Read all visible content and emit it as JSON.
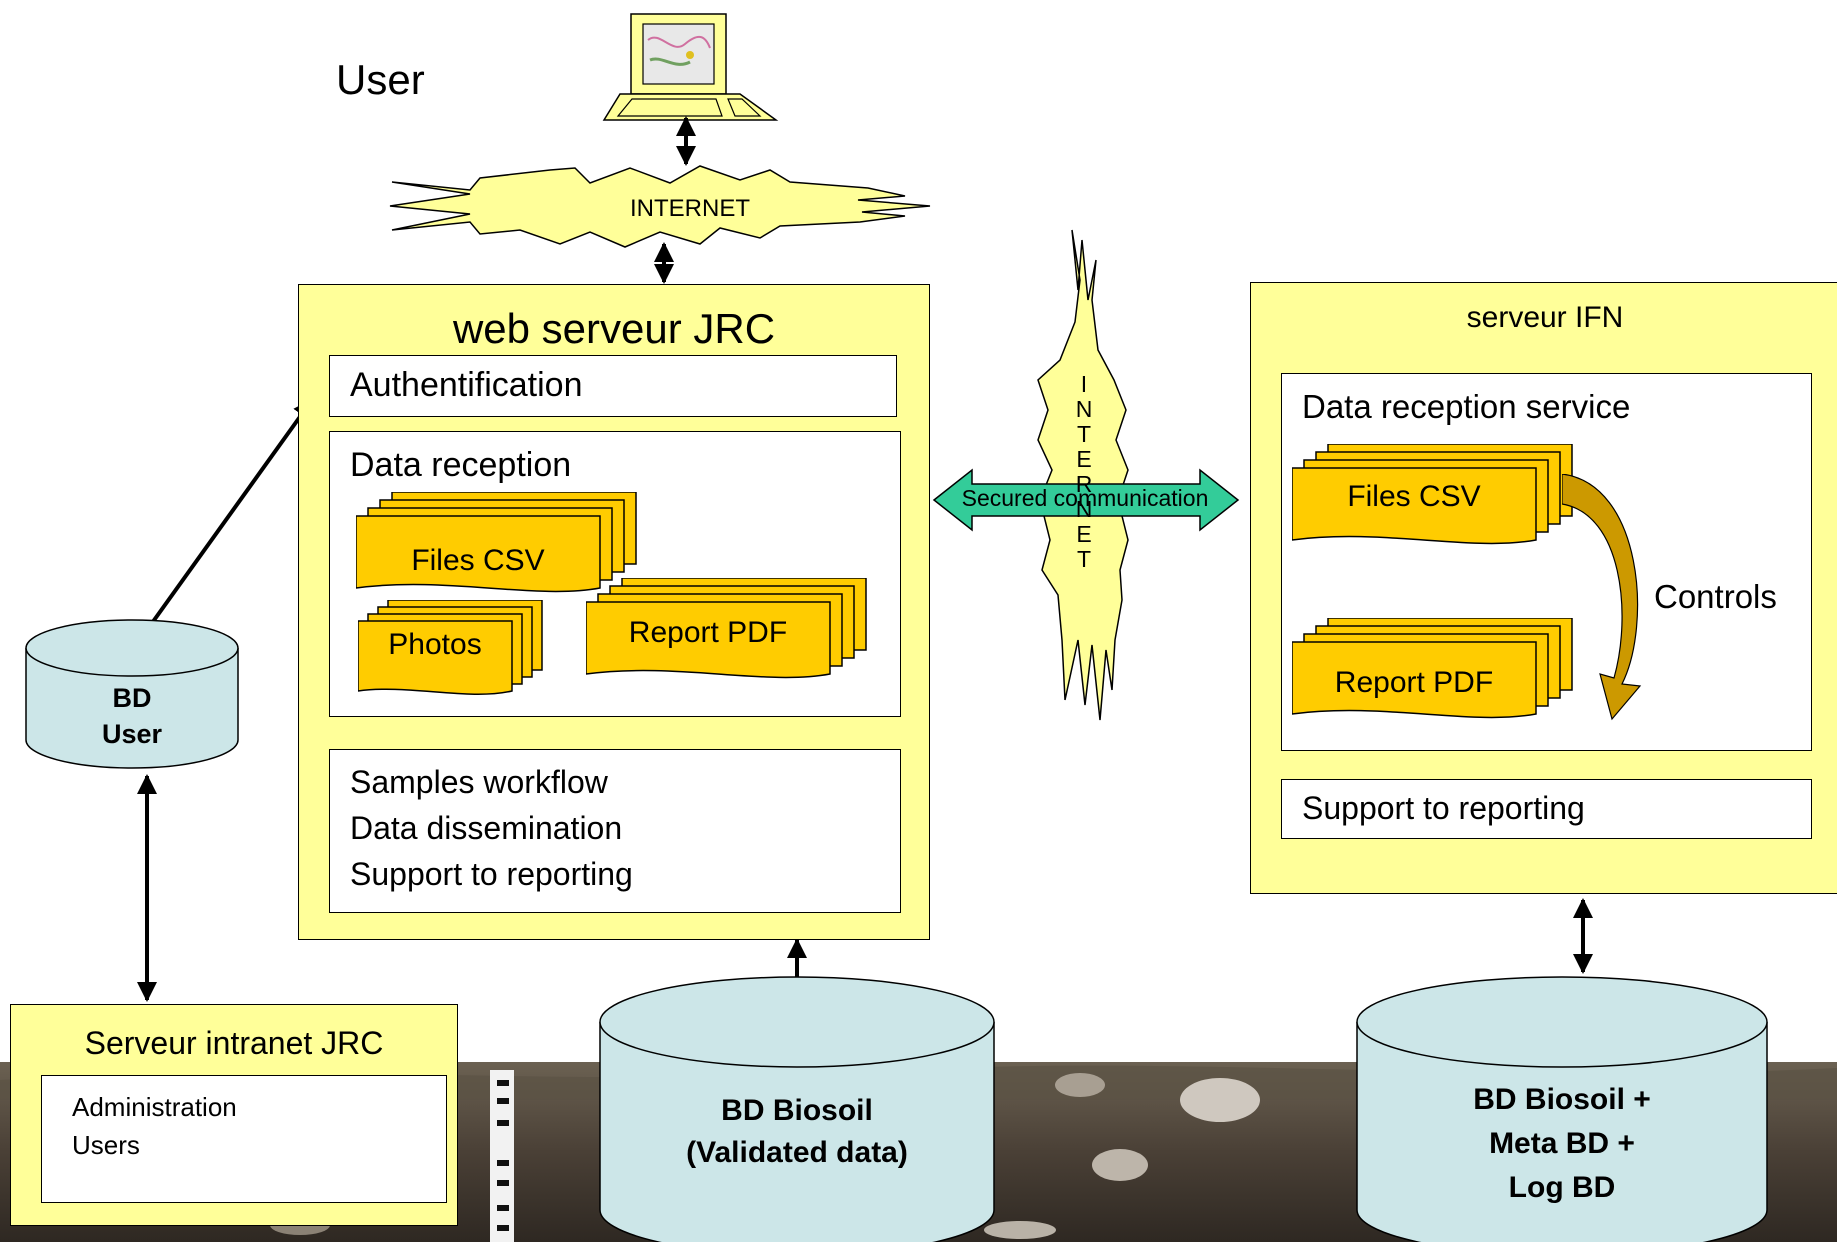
{
  "user": {
    "label": "User"
  },
  "internet_top": {
    "label": "INTERNET"
  },
  "internet_vertical": {
    "letters": [
      "I",
      "N",
      "T",
      "E",
      "R",
      "N",
      "E",
      "T"
    ]
  },
  "secured": {
    "label": "Secured communication"
  },
  "web_server": {
    "title": "web serveur JRC",
    "authentication": "Authentification",
    "data_reception": {
      "title": "Data reception",
      "files_csv": "Files CSV",
      "photos": "Photos",
      "report_pdf": "Report PDF"
    },
    "services": {
      "line1": "Samples workflow",
      "line2": "Data dissemination",
      "line3": "Support to reporting"
    }
  },
  "ifn_server": {
    "title": "serveur IFN",
    "data_reception": {
      "title": "Data reception service",
      "files_csv": "Files CSV",
      "report_pdf": "Report PDF",
      "controls": "Controls"
    },
    "support": "Support to reporting"
  },
  "bd_user": {
    "line1": "BD",
    "line2": "User"
  },
  "intranet": {
    "title": "Serveur intranet JRC",
    "line1": "Administration",
    "line2": "Users"
  },
  "bd_biosoil": {
    "line1": "BD Biosoil",
    "line2": "(Validated data)"
  },
  "bd_ifn": {
    "line1": "BD Biosoil +",
    "line2": "Meta BD +",
    "line3": "Log BD"
  },
  "colors": {
    "panel": "#ffff99",
    "document": "#ffcc00",
    "database": "#cce6e8",
    "secured_arrow": "#33cc99",
    "controls_arrow": "#cc9900",
    "soil": "#4a4036"
  }
}
